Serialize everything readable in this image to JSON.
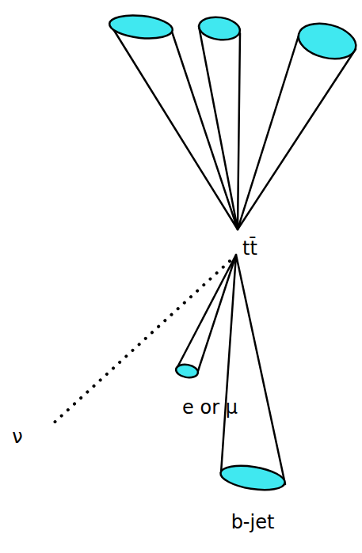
{
  "diagram": {
    "labels": [
      "tt̄",
      "ν",
      "e or μ",
      "b-jet"
    ]
  }
}
